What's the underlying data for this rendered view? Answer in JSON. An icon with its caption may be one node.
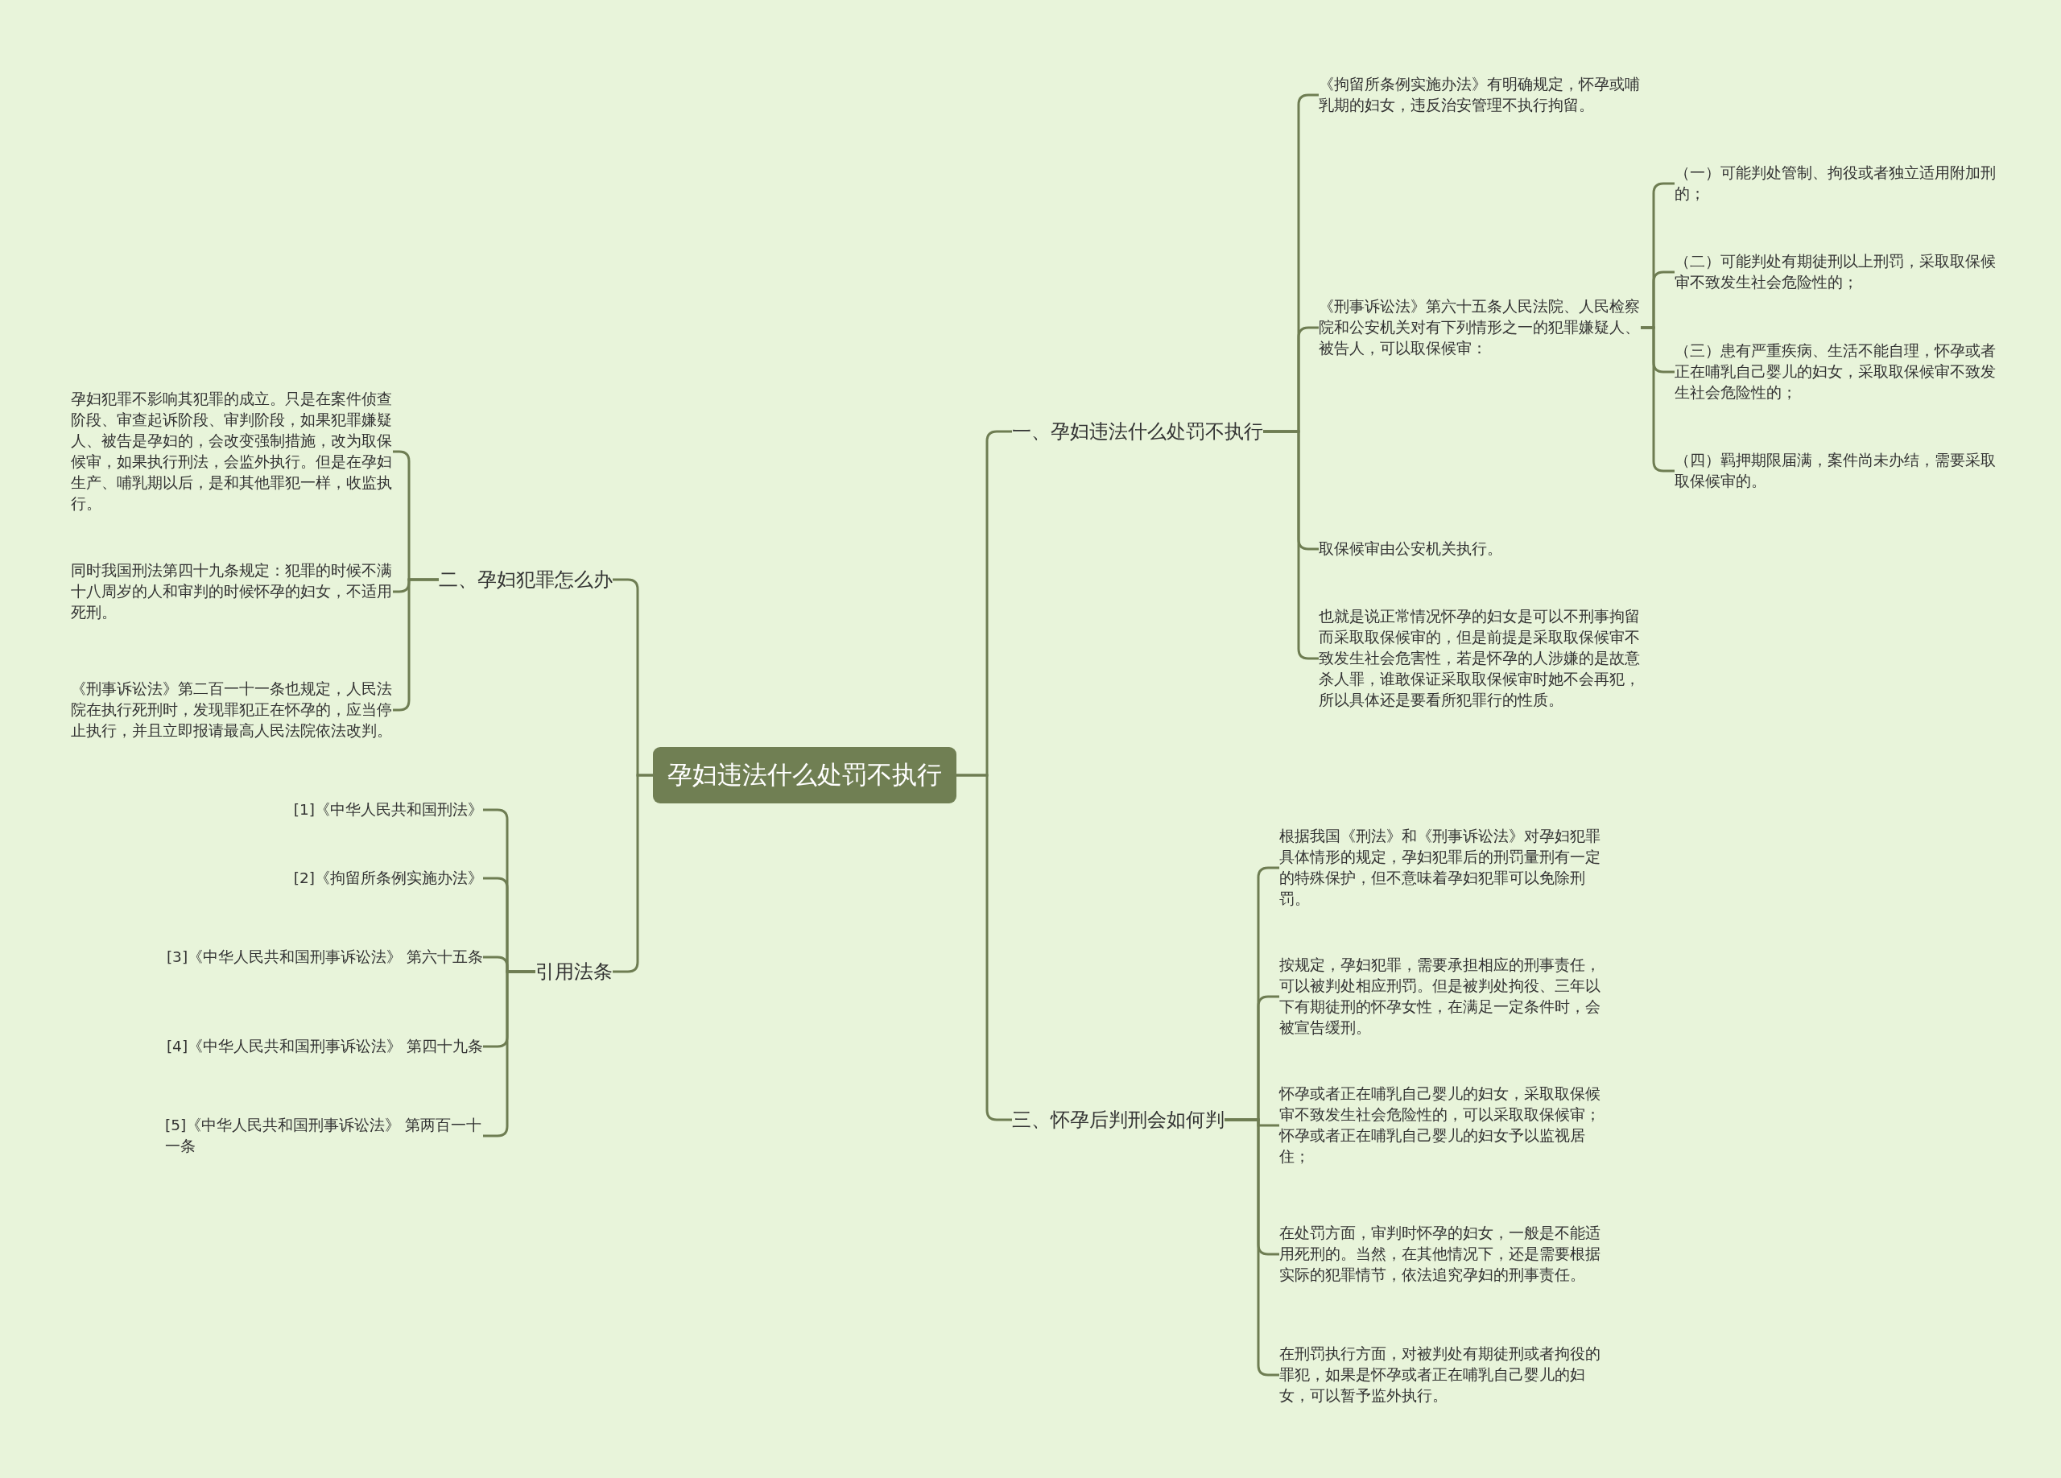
{
  "diagram": {
    "nodes": [
      {
        "text": [
          "孕妇违法什么处罚不执行"
        ]
      },
      {
        "text": [
          "一、孕妇违法什么处罚不执行"
        ]
      },
      {
        "text": [
          "《拘留所条例实施办法》有明确规定，怀孕或哺乳期的妇女，违反治安管理不执行拘留。"
        ]
      },
      {
        "text": [
          "《刑事诉讼法》第六十五条人民法院、人民检察院和公安机关对有下列情形之一的犯罪嫌疑人、被告人，可以取保候审："
        ]
      },
      {
        "text": [
          "（一）可能判处管制、拘役或者独立适用附加刑的；"
        ]
      },
      {
        "text": [
          "（二）可能判处有期徒刑以上刑罚，采取取保候审不致发生社会危险性的；"
        ]
      },
      {
        "text": [
          "（三）患有严重疾病、生活不能自理，怀孕或者正在哺乳自己婴儿的妇女，采取取保候审不致发生社会危险性的；"
        ]
      },
      {
        "text": [
          "（四）羁押期限届满，案件尚未办结，需要采取取保候审的。"
        ]
      },
      {
        "text": [
          "取保候审由公安机关执行。"
        ]
      },
      {
        "text": [
          "也就是说正常情况怀孕的妇女是可以不刑事拘留而采取取保候审的，但是前提是采取取保候审不致发生社会危害性，若是怀孕的人涉嫌的是故意杀人罪，谁敢保证采取取保候审时她不会再犯，所以具体还是要看所犯罪行的性质。"
        ]
      },
      {
        "text": [
          "二、孕妇犯罪怎么办"
        ]
      },
      {
        "text": [
          "孕妇犯罪不影响其犯罪的成立。只是在案件侦查阶段、审查起诉阶段、审判阶段，如果犯罪嫌疑人、被告是孕妇的，会改变强制措施，改为取保候审，如果执行刑法，会监外执行。但是在孕妇生产、哺乳期以后，是和其他罪犯一样，收监执行。"
        ]
      },
      {
        "text": [
          "同时我国刑法第四十九条规定：犯罪的时候不满十八周岁的人和审判的时候怀孕的妇女，不适用死刑。"
        ]
      },
      {
        "text": [
          "《刑事诉讼法》第二百一十一条也规定，人民法院在执行死刑时，发现罪犯正在怀孕的，应当停止执行，并且立即报请最高人民法院依法改判。"
        ]
      },
      {
        "text": [
          "引用法条"
        ]
      },
      {
        "text": [
          "[1]《中华人民共和国刑法》"
        ]
      },
      {
        "text": [
          "[2]《拘留所条例实施办法》"
        ]
      },
      {
        "text": [
          "[3]《中华人民共和国刑事诉讼法》 第六十五条"
        ]
      },
      {
        "text": [
          "[4]《中华人民共和国刑事诉讼法》 第四十九条"
        ]
      },
      {
        "text": [
          "[5]《中华人民共和国刑事诉讼法》 第两百一十一条"
        ]
      },
      {
        "text": [
          "三、怀孕后判刑会如何判"
        ]
      },
      {
        "text": [
          "根据我国《刑法》和《刑事诉讼法》对孕妇犯罪具体情形的规定，孕妇犯罪后的刑罚量刑有一定的特殊保护，但不意味着孕妇犯罪可以免除刑罚。"
        ]
      },
      {
        "text": [
          "按规定，孕妇犯罪，需要承担相应的刑事责任，可以被判处相应刑罚。但是被判处拘役、三年以下有期徒刑的怀孕女性，在满足一定条件时，会被宣告缓刑。"
        ]
      },
      {
        "text": [
          "怀孕或者正在哺乳自己婴儿的妇女，采取取保候审不致发生社会危险性的，可以采取取保候审；怀孕或者正在哺乳自己婴儿的妇女予以监视居住；"
        ]
      },
      {
        "text": [
          "在处罚方面，审判时怀孕的妇女，一般是不能适用死刑的。当然，在其他情况下，还是需要根据实际的犯罪情节，依法追究孕妇的刑事责任。"
        ]
      },
      {
        "text": [
          "在刑罚执行方面，对被判处有期徒刑或者拘役的罪犯，如果是怀孕或者正在哺乳自己婴儿的妇女，可以暂予监外执行。"
        ]
      }
    ],
    "edges": [
      {
        "from": 0,
        "to": 1,
        "arrow": "none"
      },
      {
        "from": 1,
        "to": 2,
        "arrow": "none"
      },
      {
        "from": 1,
        "to": 3,
        "arrow": "none"
      },
      {
        "from": 3,
        "to": 4,
        "arrow": "none"
      },
      {
        "from": 3,
        "to": 5,
        "arrow": "none"
      },
      {
        "from": 3,
        "to": 6,
        "arrow": "none"
      },
      {
        "from": 3,
        "to": 7,
        "arrow": "none"
      },
      {
        "from": 1,
        "to": 8,
        "arrow": "none"
      },
      {
        "from": 1,
        "to": 9,
        "arrow": "none"
      },
      {
        "from": 0,
        "to": 10,
        "arrow": "none"
      },
      {
        "from": 10,
        "to": 11,
        "arrow": "none"
      },
      {
        "from": 10,
        "to": 12,
        "arrow": "none"
      },
      {
        "from": 10,
        "to": 13,
        "arrow": "none"
      },
      {
        "from": 0,
        "to": 14,
        "arrow": "none"
      },
      {
        "from": 14,
        "to": 15,
        "arrow": "none"
      },
      {
        "from": 14,
        "to": 16,
        "arrow": "none"
      },
      {
        "from": 14,
        "to": 17,
        "arrow": "none"
      },
      {
        "from": 14,
        "to": 18,
        "arrow": "none"
      },
      {
        "from": 14,
        "to": 19,
        "arrow": "none"
      },
      {
        "from": 0,
        "to": 20,
        "arrow": "none"
      },
      {
        "from": 20,
        "to": 21,
        "arrow": "none"
      },
      {
        "from": 20,
        "to": 22,
        "arrow": "none"
      },
      {
        "from": 20,
        "to": 23,
        "arrow": "none"
      },
      {
        "from": 20,
        "to": 24,
        "arrow": "none"
      },
      {
        "from": 20,
        "to": 25,
        "arrow": "none"
      }
    ]
  }
}
